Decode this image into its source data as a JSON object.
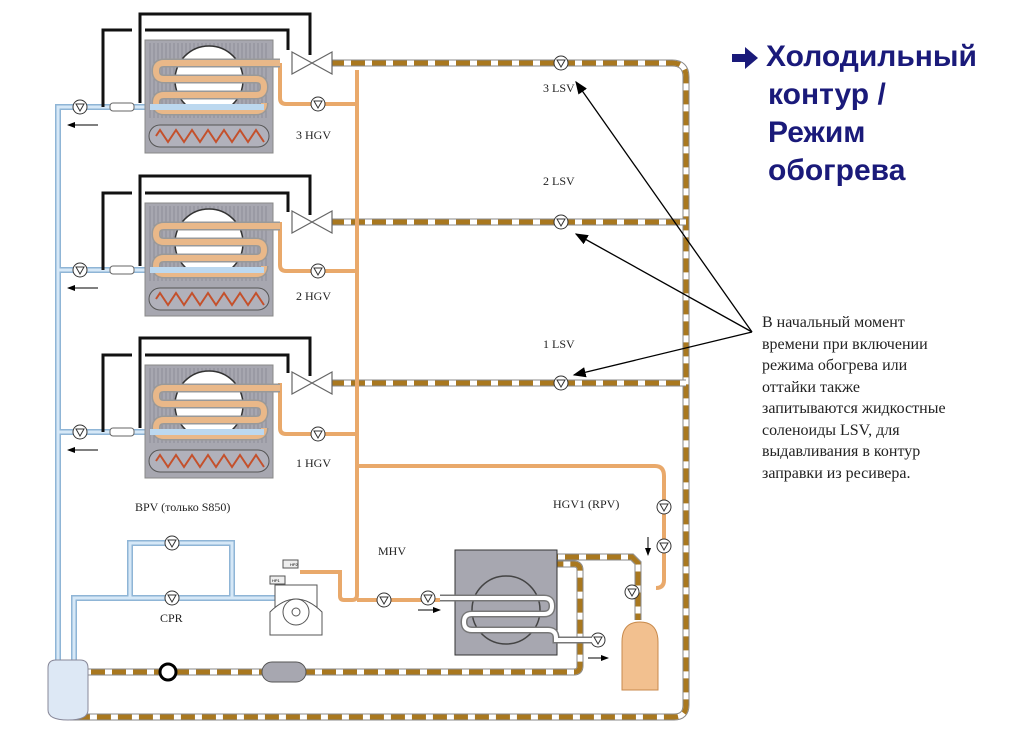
{
  "title": {
    "lines": [
      "Холодильный",
      "контур /",
      "Режим",
      "обогрева"
    ],
    "icon": "right-arrow-icon",
    "color": "#1a1a7a"
  },
  "note": {
    "lines": [
      "В начальный момент",
      "времени при включении",
      "режима обогрева или",
      "оттайки также",
      "запитываются жидкостные",
      "соленоиды LSV, для",
      "выдавливания в контур",
      "заправки из ресивера."
    ]
  },
  "labels": {
    "lsv3": "3 LSV",
    "lsv2": "2 LSV",
    "lsv1": "1 LSV",
    "hgv3": "3 HGV",
    "hgv2": "2 HGV",
    "hgv1": "1 HGV",
    "bpv": "BPV (только S850)",
    "cpr": "CPR",
    "mhv": "MHV",
    "hgv1_rpv": "HGV1 (RPV)",
    "hp1": "HP1",
    "hp2": "HP2"
  },
  "colors": {
    "suction_blue": "#bcd8ef",
    "hot_gas_orange": "#e9a96b",
    "liquid_brown": "#a9781f",
    "coil_gray": "#a7a7b0",
    "heater_red": "#c4502c",
    "title_blue": "#1a1a7a"
  }
}
